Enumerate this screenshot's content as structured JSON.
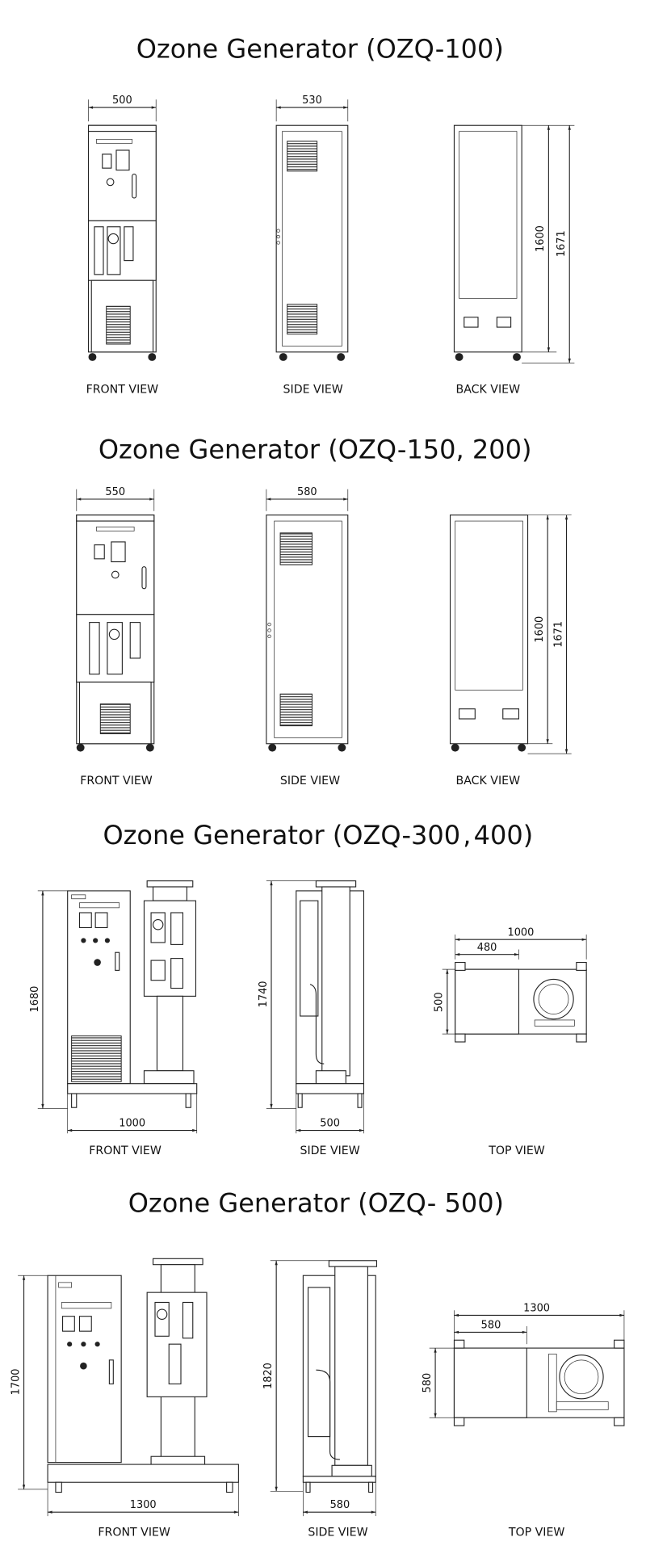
{
  "sections": [
    {
      "title": "Ozone Generator (OZQ-100)",
      "views": [
        "FRONT VIEW",
        "SIDE VIEW",
        "BACK VIEW"
      ],
      "dims": {
        "front_width": "500",
        "side_depth": "530",
        "height_body": "1600",
        "height_total": "1671"
      }
    },
    {
      "title": "Ozone Generator (OZQ-150, 200)",
      "views": [
        "FRONT VIEW",
        "SIDE VIEW",
        "BACK VIEW"
      ],
      "dims": {
        "front_width": "550",
        "side_depth": "580",
        "height_body": "1600",
        "height_total": "1671"
      }
    },
    {
      "title": "Ozone Generator (OZQ-300 , 400)",
      "views": [
        "FRONT VIEW",
        "SIDE VIEW",
        "TOP VIEW"
      ],
      "dims": {
        "front_height": "1680",
        "front_width": "1000",
        "side_height": "1740",
        "side_depth": "500",
        "top_width": "1000",
        "top_partial": "480",
        "top_depth": "500"
      }
    },
    {
      "title": "Ozone Generator (OZQ- 500)",
      "views": [
        "FRONT VIEW",
        "SIDE VIEW",
        "TOP VIEW"
      ],
      "dims": {
        "front_height": "1700",
        "front_width": "1300",
        "side_height": "1820",
        "side_depth": "580",
        "top_width": "1300",
        "top_partial": "580",
        "top_depth": "580"
      }
    }
  ]
}
